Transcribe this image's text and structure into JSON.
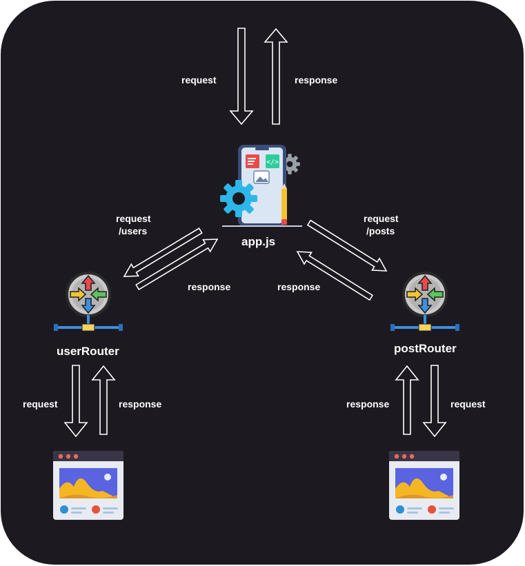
{
  "labels": {
    "top_request": "request",
    "top_response": "response",
    "left_request_line1": "request",
    "left_request_line2": "/users",
    "right_request_line1": "request",
    "right_request_line2": "/posts",
    "left_response": "response",
    "right_response": "response",
    "app": "app.js",
    "user_router": "userRouter",
    "post_router": "postRouter",
    "bottom_left_request": "request",
    "bottom_left_response": "response",
    "bottom_right_response": "response",
    "bottom_right_request": "request"
  },
  "icons": {
    "app": "mobile-app-gear-icon",
    "router": "router-arrows-icon",
    "client": "browser-window-image-icon"
  },
  "colors": {
    "background": "#1c1a20",
    "arrow_stroke": "#ffffff",
    "text": "#ffffff"
  }
}
